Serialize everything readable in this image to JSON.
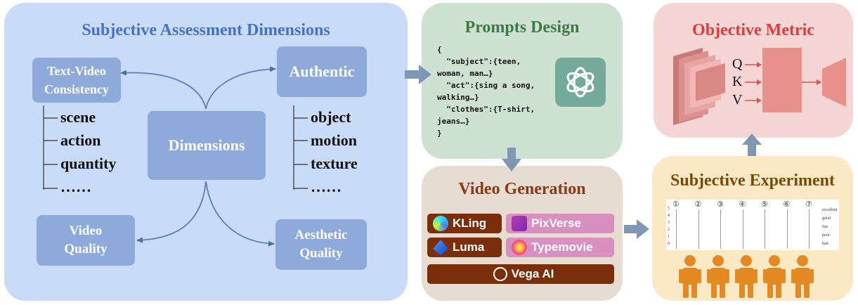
{
  "panels": {
    "subjective_dimensions": {
      "title": "Subjective Assessment Dimensions"
    },
    "prompts_design": {
      "title": "Prompts Design"
    },
    "objective_metric": {
      "title": "Objective Metric"
    },
    "video_generation": {
      "title": "Video Generation"
    },
    "subjective_experiment": {
      "title": "Subjective Experiment"
    }
  },
  "dimensions": {
    "center": "Dimensions",
    "text_video": "Text-Video\nConsistency",
    "authentic": "Authentic",
    "video_quality": "Video\nQuality",
    "aesthetic_quality": "Aesthetic\nQuality",
    "left_list": [
      "scene",
      "action",
      "quantity",
      "……"
    ],
    "right_list": [
      "object",
      "motion",
      "texture",
      "……"
    ]
  },
  "prompt_code": "{\n  \"subject\":{teen,\nwoman, man…}\n  \"act\":{sing a song,\nwalking…}\n  \"clothes\":{T-shirt,\njeans…}\n}",
  "qkv": [
    "Q",
    "K",
    "V"
  ],
  "generators": [
    "KLing",
    "PixVerse",
    "Luma",
    "Typemovie",
    "Vega AI"
  ],
  "rating": {
    "columns": [
      "①",
      "②",
      "③",
      "④",
      "⑤",
      "⑥",
      "⑦"
    ],
    "scale": [
      "5",
      "4",
      "3",
      "2",
      "1",
      "0"
    ],
    "labels": [
      "excellent",
      "good",
      "fair",
      "poor",
      "bad"
    ]
  },
  "colors": {
    "blue_panel": "#c9dcf7",
    "node": "#8eaadb",
    "green_panel": "#cfe2d2",
    "pink_panel": "#f6d5d5",
    "tan_panel": "#e7dcd2",
    "yellow_panel": "#fae9c4",
    "arrow_gray": "#7f97b5",
    "person": "#e58a22"
  }
}
